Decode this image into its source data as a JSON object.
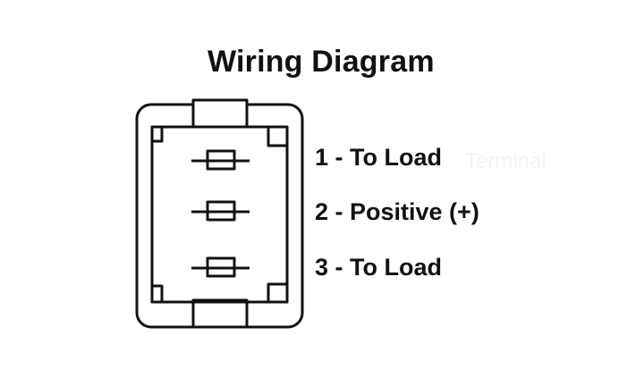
{
  "title": "Wiring Diagram",
  "pins": [
    {
      "label": "1 - To Load"
    },
    {
      "label": "2 - Positive (+)"
    },
    {
      "label": "3 - To Load"
    }
  ],
  "watermark": "Terminal",
  "colors": {
    "line": "#111111",
    "background": "#ffffff",
    "text": "#111111"
  }
}
